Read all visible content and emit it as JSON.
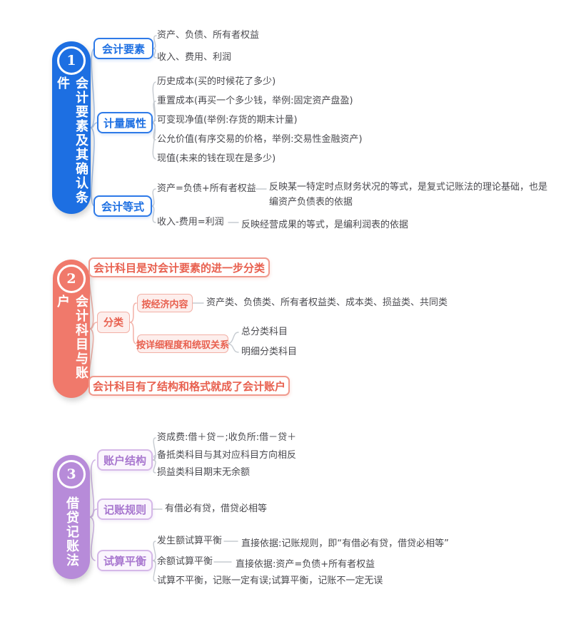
{
  "colors": {
    "branch1": "#1d6fe2",
    "branch2": "#f0796b",
    "branch2_text": "#e8604f",
    "branch3": "#b78bd9",
    "branch3_text": "#a877cf",
    "leaf_text": "#4b4b50",
    "background": "#ffffff"
  },
  "sections": [
    {
      "number": "1",
      "title": "会计要素及其确认条件",
      "children": [
        {
          "label": "会计要素",
          "items": [
            {
              "text": "资产、负债、所有者权益"
            },
            {
              "text": "收入、费用、利润"
            }
          ]
        },
        {
          "label": "计量属性",
          "items": [
            {
              "text": "历史成本(买的时候花了多少)"
            },
            {
              "text": "重置成本(再买一个多少钱，举例:固定资产盘盈)"
            },
            {
              "text": "可变现净值(举例:存货的期末计量)"
            },
            {
              "text": "公允价值(有序交易的价格，举例:交易性金融资产)"
            },
            {
              "text": "现值(未来的钱在现在是多少)"
            }
          ]
        },
        {
          "label": "会计等式",
          "items": [
            {
              "text": "资产=负债+所有者权益",
              "note": "反映某一特定时点财务状况的等式，是复式记账法的理论基础，也是编资产负债表的依据"
            },
            {
              "text": "收入-费用=利润",
              "note": "反映经营成果的等式，是编利润表的依据"
            }
          ]
        }
      ]
    },
    {
      "number": "2",
      "title": "会计科目与账户",
      "statement_top": "会计科目是对会计要素的进一步分类",
      "statement_bottom": "会计科目有了结构和格式就成了会计账户",
      "children": [
        {
          "label": "分类",
          "sub_children": [
            {
              "label": "按经济内容",
              "items": [
                {
                  "text": "资产类、负债类、所有者权益类、成本类、损益类、共同类"
                }
              ]
            },
            {
              "label": "按详细程度和统驭关系",
              "items": [
                {
                  "text": "总分类科目"
                },
                {
                  "text": "明细分类科目"
                }
              ]
            }
          ]
        }
      ]
    },
    {
      "number": "3",
      "title": "借贷记账法",
      "children": [
        {
          "label": "账户结构",
          "items": [
            {
              "text": "资成费:借＋贷－;收负所:借－贷＋"
            },
            {
              "text": "备抵类科目与其对应科目方向相反"
            },
            {
              "text": "损益类科目期末无余额"
            }
          ]
        },
        {
          "label": "记账规则",
          "items": [
            {
              "text": "有借必有贷，借贷必相等"
            }
          ]
        },
        {
          "label": "试算平衡",
          "items": [
            {
              "text": "发生额试算平衡",
              "note": "直接依据:记账规则，即“有借必有贷，借贷必相等”"
            },
            {
              "text": "余额试算平衡",
              "note": "直接依据:资产=负债+所有者权益"
            },
            {
              "text": "试算不平衡，记账一定有误;试算平衡，记账不一定无误"
            }
          ]
        }
      ]
    }
  ]
}
